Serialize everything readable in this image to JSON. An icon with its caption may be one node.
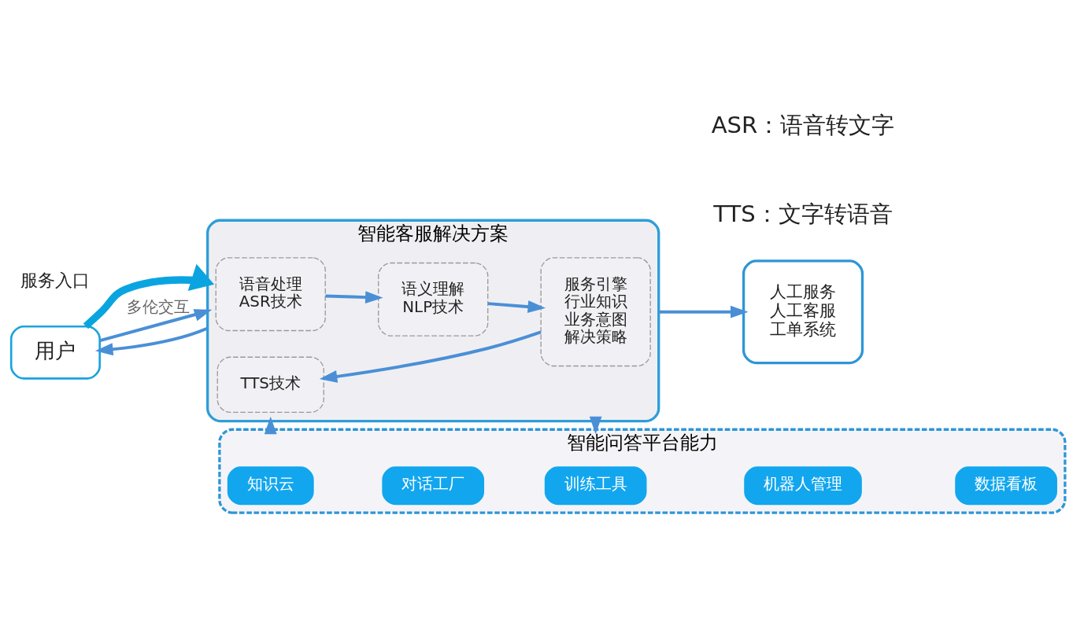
{
  "diagram": {
    "nodes": [
      {
        "text": [
          "用户"
        ]
      },
      {
        "text": [
          "智能客服解决方案"
        ]
      },
      {
        "text": [
          "语音处理",
          "ASR技术"
        ],
        "in": 1
      },
      {
        "text": [
          "TTS技术"
        ],
        "in": 1
      },
      {
        "text": [
          "语义理解",
          "NLP技术"
        ],
        "in": 1
      },
      {
        "text": [
          "服务引擎",
          "行业知识",
          "业务意图",
          "解决策略"
        ],
        "in": 1
      },
      {
        "text": [
          "人工服务",
          "人工客服",
          "工单系统"
        ]
      },
      {
        "text": [
          "智能问答平台能力"
        ]
      },
      {
        "text": [
          "知识云"
        ],
        "in": 7
      },
      {
        "text": [
          "对话工厂"
        ],
        "in": 7
      },
      {
        "text": [
          "训练工具"
        ],
        "in": 7
      },
      {
        "text": [
          "机器人管理"
        ],
        "in": 7
      },
      {
        "text": [
          "数据看板"
        ],
        "in": 7
      }
    ],
    "edges": [
      {
        "from": 0,
        "to": 1,
        "arrow": "to",
        "style": "thick",
        "color": "#0aa5e0"
      },
      {
        "from": 0,
        "to": 1,
        "arrow": "to",
        "label": "多伦交互"
      },
      {
        "from": 1,
        "to": 0,
        "arrow": "to"
      },
      {
        "from": 2,
        "to": 4,
        "arrow": "to"
      },
      {
        "from": 4,
        "to": 5,
        "arrow": "to"
      },
      {
        "from": 5,
        "to": 3,
        "arrow": "to"
      },
      {
        "from": 1,
        "to": 6,
        "arrow": "to"
      },
      {
        "from": 7,
        "to": 1,
        "arrow": "to"
      },
      {
        "from": 1,
        "to": 7,
        "arrow": "to"
      }
    ],
    "labels": [
      "服务入口",
      "ASR：语音转文字",
      "TTS：文字转语音"
    ]
  }
}
